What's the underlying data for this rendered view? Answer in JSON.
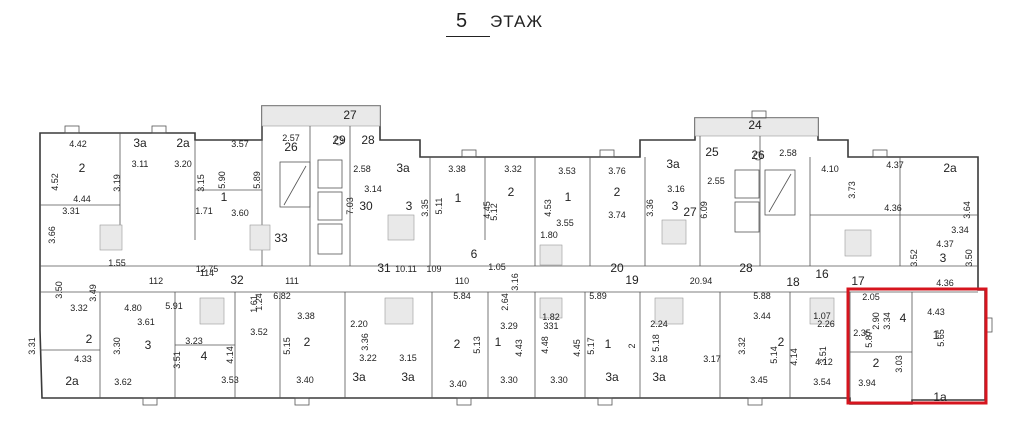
{
  "floor": {
    "number": "5",
    "label": "ЭТАЖ"
  },
  "highlight_color": "#d6141e",
  "rooms": [
    {
      "t": "27"
    },
    {
      "t": "24"
    },
    {
      "t": "4.42"
    },
    {
      "t": "2"
    },
    {
      "t": "4.52"
    },
    {
      "t": "4.44"
    },
    {
      "t": "3а"
    },
    {
      "t": "2а"
    },
    {
      "t": "3.11"
    },
    {
      "t": "3.20"
    },
    {
      "t": "3.57"
    },
    {
      "t": "2.57"
    },
    {
      "t": "26"
    },
    {
      "t": "29"
    },
    {
      "t": "28"
    },
    {
      "t": "3.19"
    },
    {
      "t": "3.15"
    },
    {
      "t": "5.90"
    },
    {
      "t": "5.89"
    },
    {
      "t": "1"
    },
    {
      "t": "2.58"
    },
    {
      "t": "3а"
    },
    {
      "t": "3.38"
    },
    {
      "t": "3.32"
    },
    {
      "t": "3.53"
    },
    {
      "t": "3.76"
    },
    {
      "t": "3а"
    },
    {
      "t": "25"
    },
    {
      "t": "26"
    },
    {
      "t": "2.58"
    },
    {
      "t": "4.10"
    },
    {
      "t": "4.37"
    },
    {
      "t": "2а"
    },
    {
      "t": "3.14"
    },
    {
      "t": "1"
    },
    {
      "t": "2"
    },
    {
      "t": "1"
    },
    {
      "t": "2"
    },
    {
      "t": "3.16"
    },
    {
      "t": "2.55"
    },
    {
      "t": "3.31"
    },
    {
      "t": "7.03"
    },
    {
      "t": "30"
    },
    {
      "t": "3"
    },
    {
      "t": "3.35"
    },
    {
      "t": "5.11"
    },
    {
      "t": "4.45"
    },
    {
      "t": "5.12"
    },
    {
      "t": "4.53"
    },
    {
      "t": "3.55"
    },
    {
      "t": "3.74"
    },
    {
      "t": "3"
    },
    {
      "t": "3.36"
    },
    {
      "t": "27"
    },
    {
      "t": "6.09"
    },
    {
      "t": "3.73"
    },
    {
      "t": "4.36"
    },
    {
      "t": "3.64"
    },
    {
      "t": "3.66"
    },
    {
      "t": "1.71"
    },
    {
      "t": "3.60"
    },
    {
      "t": "33"
    },
    {
      "t": "3.34"
    },
    {
      "t": "4.37"
    },
    {
      "t": "3"
    },
    {
      "t": "12.75"
    },
    {
      "t": "31"
    },
    {
      "t": "10.11"
    },
    {
      "t": "109"
    },
    {
      "t": "6"
    },
    {
      "t": "20"
    },
    {
      "t": "28"
    },
    {
      "t": "18"
    },
    {
      "t": "16"
    },
    {
      "t": "3.52"
    },
    {
      "t": "3.50"
    },
    {
      "t": "112"
    },
    {
      "t": "114"
    },
    {
      "t": "32"
    },
    {
      "t": "111"
    },
    {
      "t": "110"
    },
    {
      "t": "19"
    },
    {
      "t": "17"
    },
    {
      "t": "4.36"
    },
    {
      "t": "3.50"
    },
    {
      "t": "3.49"
    },
    {
      "t": "4.80"
    },
    {
      "t": "5.91"
    },
    {
      "t": "1.24"
    },
    {
      "t": "6.82"
    },
    {
      "t": "5.84"
    },
    {
      "t": "5.89"
    },
    {
      "t": "20.94"
    },
    {
      "t": "5.88"
    },
    {
      "t": "3.32"
    },
    {
      "t": "3.61"
    },
    {
      "t": "3.52"
    },
    {
      "t": "3.38"
    },
    {
      "t": "2.20"
    },
    {
      "t": "1.82"
    },
    {
      "t": "331"
    },
    {
      "t": "2.24"
    },
    {
      "t": "3.44"
    },
    {
      "t": "2.26"
    },
    {
      "t": "3.31"
    },
    {
      "t": "2"
    },
    {
      "t": "3.30"
    },
    {
      "t": "3"
    },
    {
      "t": "3.23"
    },
    {
      "t": "4"
    },
    {
      "t": "3.51"
    },
    {
      "t": "4.14"
    },
    {
      "t": "5.15"
    },
    {
      "t": "2"
    },
    {
      "t": "3.36"
    },
    {
      "t": "3.22"
    },
    {
      "t": "3.15"
    },
    {
      "t": "2"
    },
    {
      "t": "5.13"
    },
    {
      "t": "1"
    },
    {
      "t": "4.43"
    },
    {
      "t": "4.48"
    },
    {
      "t": "4.45"
    },
    {
      "t": "1"
    },
    {
      "t": "5.17"
    },
    {
      "t": "2"
    },
    {
      "t": "5.18"
    },
    {
      "t": "3.18"
    },
    {
      "t": "3.17"
    },
    {
      "t": "3.32"
    },
    {
      "t": "5.14"
    },
    {
      "t": "2"
    },
    {
      "t": "4.14"
    },
    {
      "t": "3.51"
    },
    {
      "t": "4.12"
    },
    {
      "t": "4.33"
    },
    {
      "t": "2а"
    },
    {
      "t": "3.62"
    },
    {
      "t": "3.53"
    },
    {
      "t": "3.40"
    },
    {
      "t": "3а"
    },
    {
      "t": "3а"
    },
    {
      "t": "3.40"
    },
    {
      "t": "3.30"
    },
    {
      "t": "3.30"
    },
    {
      "t": "3.29"
    },
    {
      "t": "3а"
    },
    {
      "t": "3а"
    },
    {
      "t": "3.45"
    },
    {
      "t": "3.54"
    },
    {
      "t": "2.05"
    },
    {
      "t": "4.43"
    },
    {
      "t": "2.90"
    },
    {
      "t": "3.34"
    },
    {
      "t": "4"
    },
    {
      "t": "1"
    },
    {
      "t": "5.87"
    },
    {
      "t": "5.65"
    },
    {
      "t": "2.35"
    },
    {
      "t": "2"
    },
    {
      "t": "3.03"
    },
    {
      "t": "3.94"
    },
    {
      "t": "1а"
    },
    {
      "t": "1.80"
    },
    {
      "t": "1.55"
    },
    {
      "t": "1.05"
    },
    {
      "t": "1.07"
    },
    {
      "t": "3.16"
    },
    {
      "t": "2.64"
    },
    {
      "t": "1.61"
    }
  ]
}
